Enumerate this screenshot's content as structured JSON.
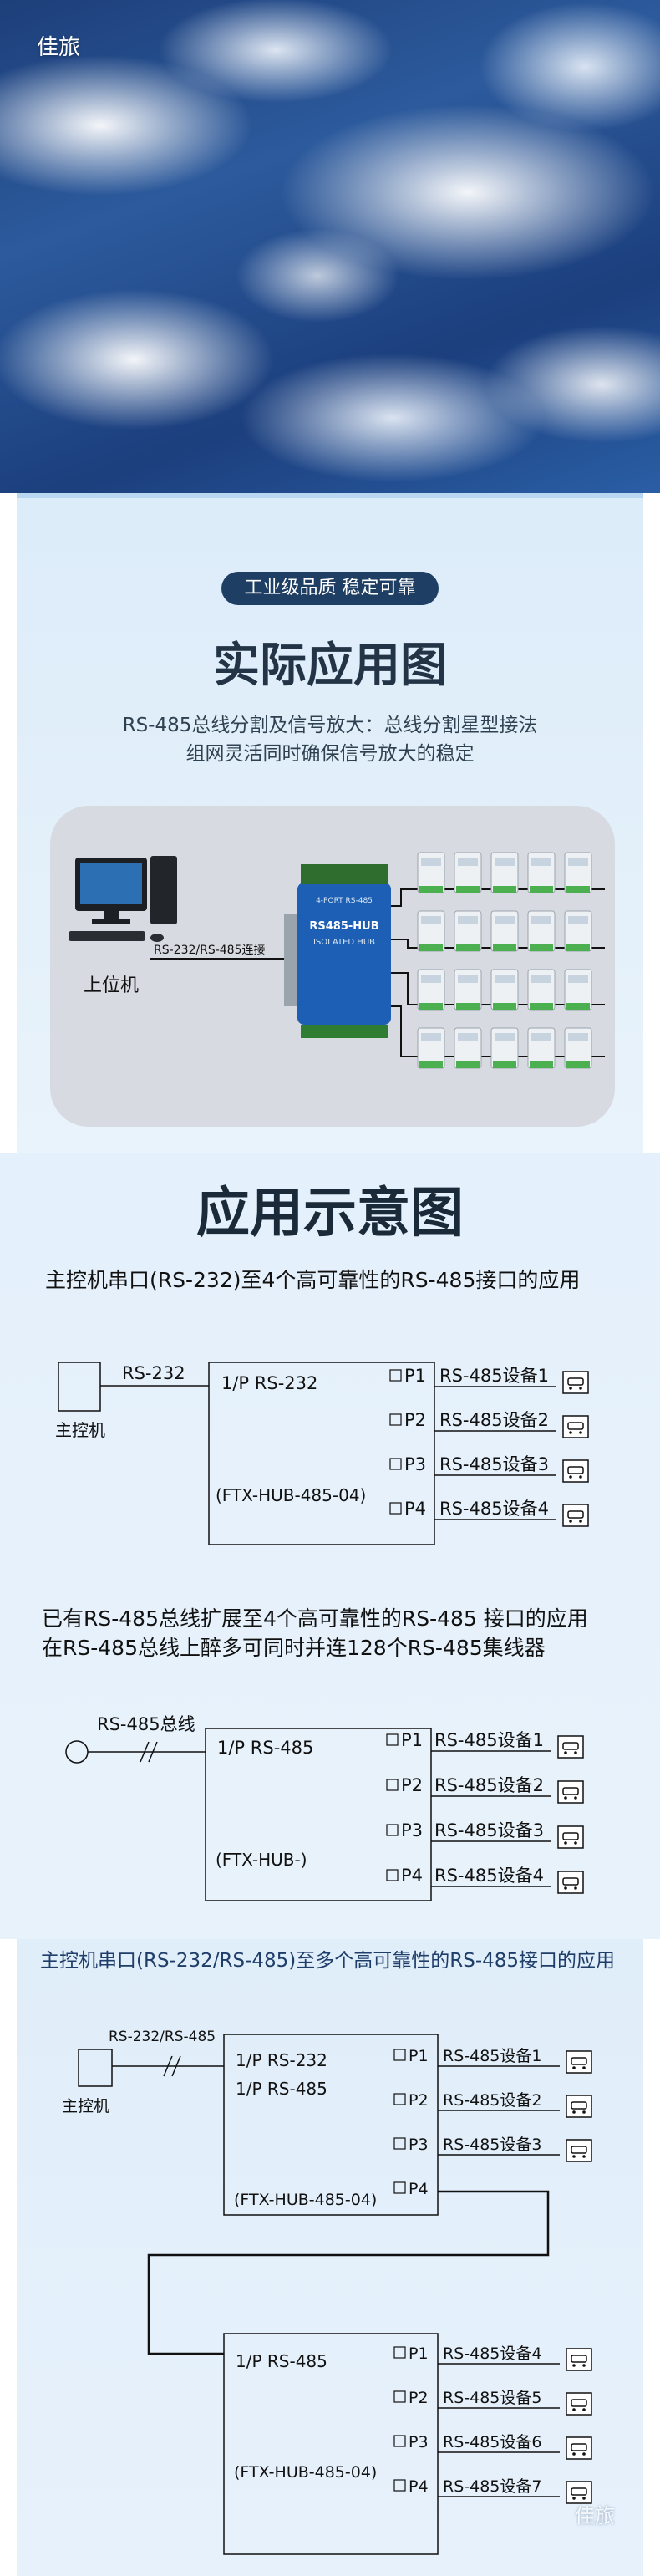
{
  "brand": "佳旅",
  "section1": {
    "badge": "工业级品质 稳定可靠",
    "title": "实际应用图",
    "subtitle_line1": "RS-485总线分割及信号放大：总线分割星型接法",
    "subtitle_line2": "组网灵活同时确保信号放大的稳定",
    "photo": {
      "cable_label": "RS-232/RS-485连接",
      "host_label": "上位机",
      "hub_name": "RS485-HUB",
      "hub_sub": "ISOLATED HUB",
      "hub_ports": "4-PORT RS-485"
    }
  },
  "section2": {
    "title": "应用示意图",
    "diagram1": {
      "caption": "主控机串口(RS-232)至4个高可靠性的RS-485接口的应用",
      "host": "主控机",
      "link": "RS-232",
      "input": "1/P RS-232",
      "model": "(FTX-HUB-485-04)",
      "ports": [
        "P1",
        "P2",
        "P3",
        "P4"
      ],
      "devices": [
        "RS-485设备1",
        "RS-485设备2",
        "RS-485设备3",
        "RS-485设备4"
      ]
    },
    "diagram2": {
      "caption_line1": "已有RS-485总线扩展至4个高可靠性的RS-485 接口的应用",
      "caption_line2": "在RS-485总线上醉多可同时并连128个RS-485集线器",
      "link": "RS-485总线",
      "input": "1/P RS-485",
      "model": "(FTX-HUB-)",
      "ports": [
        "P1",
        "P2",
        "P3",
        "P4"
      ],
      "devices": [
        "RS-485设备1",
        "RS-485设备2",
        "RS-485设备3",
        "RS-485设备4"
      ]
    }
  },
  "section3": {
    "caption": "主控机串口(RS-232/RS-485)至多个高可靠性的RS-485接口的应用",
    "host": "主控机",
    "link": "RS-232/RS-485",
    "hub1": {
      "input1": "1/P RS-232",
      "input2": "1/P RS-485",
      "model": "(FTX-HUB-485-04)",
      "ports": [
        "P1",
        "P2",
        "P3",
        "P4"
      ],
      "devices": [
        "RS-485设备1",
        "RS-485设备2",
        "RS-485设备3"
      ]
    },
    "hub2": {
      "input": "1/P RS-485",
      "model": "(FTX-HUB-485-04)",
      "ports": [
        "P1",
        "P2",
        "P3",
        "P4"
      ],
      "devices": [
        "RS-485设备4",
        "RS-485设备5",
        "RS-485设备6",
        "RS-485设备7"
      ]
    }
  }
}
